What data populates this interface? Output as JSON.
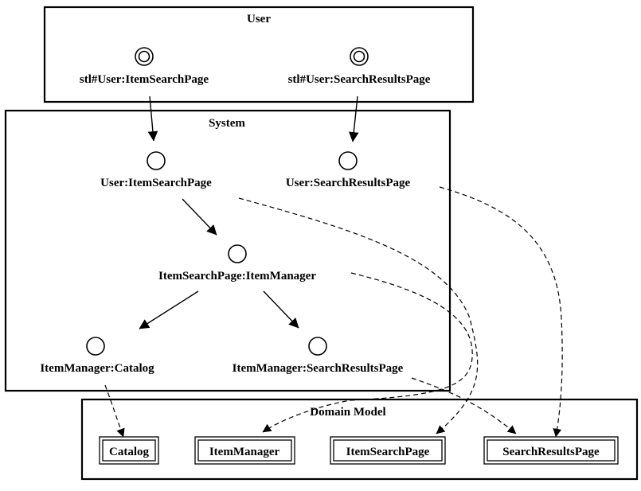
{
  "regions": {
    "user": "User",
    "system": "System",
    "domain": "Domain Model"
  },
  "nodes": {
    "stl_item_search": "stl#User:ItemSearchPage",
    "stl_search_results": "stl#User:SearchResultsPage",
    "user_item_search": "User:ItemSearchPage",
    "user_search_results": "User:SearchResultsPage",
    "item_search_manager": "ItemSearchPage:ItemManager",
    "manager_catalog": "ItemManager:Catalog",
    "manager_results": "ItemManager:SearchResultsPage"
  },
  "domain_classes": {
    "catalog": "Catalog",
    "item_manager": "ItemManager",
    "item_search_page": "ItemSearchPage",
    "search_results_page": "SearchResultsPage"
  }
}
